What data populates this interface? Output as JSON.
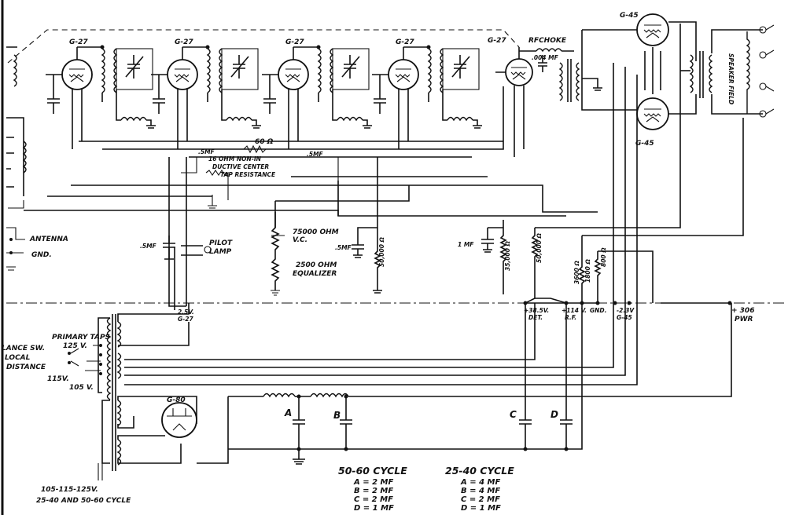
{
  "tubes": {
    "g27": "G-27",
    "g45": "G-45",
    "g80": "G-80"
  },
  "labels": {
    "rf_choke": "RFCHOKE",
    "rf_choke_cap": ".004 MF",
    "speaker_field": "SPEAKER FIELD",
    "sixty_ohm": "60 Ω",
    "five_mf_a": ".5MF",
    "five_mf_b": ".5MF",
    "five_mf_c": ".5MF",
    "five_mf_d": ".5MF",
    "one_mf": "1 MF",
    "center_tap_1": "16 OHM NON-IN",
    "center_tap_2": "DUCTIVE CENTER",
    "center_tap_3": "TAP RESISTANCE",
    "antenna": "ANTENNA",
    "gnd": "GND.",
    "pilot_1": "PILOT",
    "pilot_2": "LAMP",
    "vc_1": "75000 OHM",
    "vc_2": "V.C.",
    "eq_1": "2500 OHM",
    "eq_2": "EQUALIZER",
    "r_det": "50,000 Ω",
    "r_vc": "35,000 Ω",
    "r_det2": "50,000 Ω",
    "r_3600": "3600 Ω",
    "r_800": "800 Ω",
    "r_1800": "1800 Ω",
    "det_1": "+38.5V.",
    "det_2": "DET.",
    "rf_1": "+114 V.",
    "rf_2": "R.F.",
    "gnd2": "GND.",
    "minus_1": "-2.3V",
    "minus_2": "G-45",
    "pwr_1": "+ 306",
    "pwr_2": "PWR",
    "heater_1": "2.5V.",
    "heater_2": "G-27",
    "primary_taps": "PRIMARY TAPS",
    "tap_125": "125 V.",
    "tap_115": "115V.",
    "tap_105": "105 V.",
    "switch_1": "LANCE SW.",
    "switch_2": "LOCAL",
    "switch_3": "DISTANCE",
    "supply_1": "105-115-125V.",
    "supply_2": "25-40 AND 50-60 CYCLE",
    "cap_a": "A",
    "cap_b": "B",
    "cap_c": "C",
    "cap_d": "D"
  },
  "cycle_table": [
    {
      "title": "50-60 CYCLE",
      "rows": [
        "A = 2 MF",
        "B = 2 MF",
        "C = 2 MF",
        "D = 1 MF"
      ]
    },
    {
      "title": "25-40 CYCLE",
      "rows": [
        "A = 4 MF",
        "B = 4 MF",
        "C = 2 MF",
        "D = 1 MF"
      ]
    }
  ]
}
